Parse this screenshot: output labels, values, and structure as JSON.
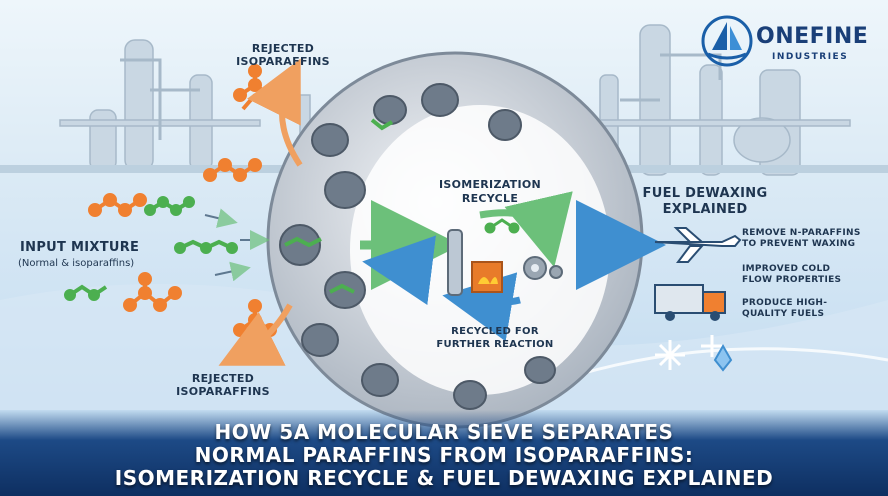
{
  "brand": {
    "name": "ONEFINE",
    "tagline": "INDUSTRIES",
    "logo_icon": "sailboat-icon"
  },
  "labels": {
    "rejected_top": [
      "REJECTED",
      "ISOPARAFFINS"
    ],
    "rejected_bottom": [
      "REJECTED",
      "ISOPARAFFINS"
    ],
    "input_title": "INPUT MIXTURE",
    "input_subtitle": "(Normal & isoparaffins)",
    "isomerization": [
      "ISOMERIZATION",
      "RECYCLE"
    ],
    "recycled": [
      "RECYCLED FOR",
      "FURTHER REACTION"
    ],
    "dewaxing_title": [
      "FUEL DEWAXING",
      "EXPLAINED"
    ]
  },
  "benefits": [
    {
      "icon": "airplane-icon",
      "lines": [
        "REMOVE N-PARAFFINS",
        "TO PREVENT WAXING"
      ]
    },
    {
      "icon": "snowflake-icon",
      "lines": [
        "IMPROVED COLD",
        "FLOW PROPERTIES"
      ]
    },
    {
      "icon": "truck-icon",
      "lines": [
        "PRODUCE HIGH-",
        "QUALITY FUELS"
      ]
    }
  ],
  "title": [
    "HOW 5A MOLECULAR SIEVE SEPARATES",
    "NORMAL PARAFFINS FROM ISOPARAFFINS:",
    "ISOMERIZATION RECYCLE & FUEL DEWAXING EXPLAINED"
  ],
  "colors": {
    "normal_paraffin": "#4caf50",
    "isoparaffin": "#f08030",
    "sieve": "#c3c9d1",
    "arrow_green": "#6cc07a",
    "arrow_blue": "#3f8fd0",
    "title_band": "#0e2f61"
  }
}
